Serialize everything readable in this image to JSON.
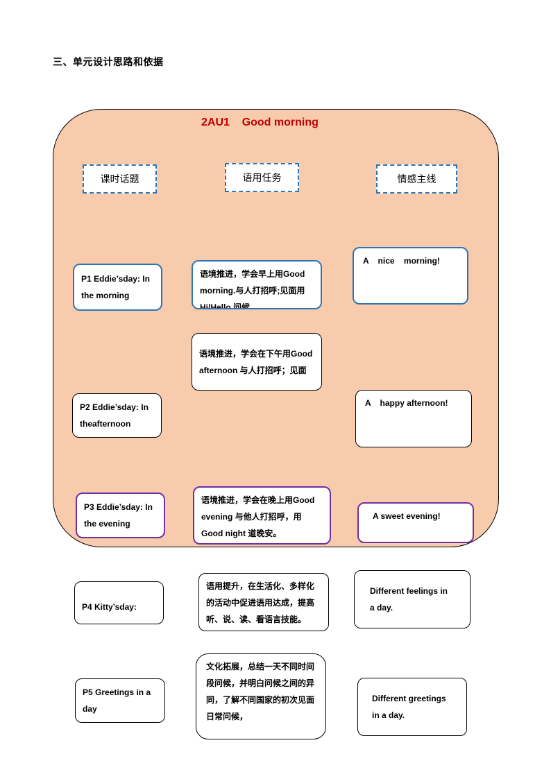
{
  "heading": "三、单元设计思路和依据",
  "title": "2AU1    Good morning",
  "headers": {
    "topic": "课时话题",
    "task": "语用任务",
    "emotion": "情感主线"
  },
  "periods": [
    {
      "topic": "P1 Eddie’sday: In the morning",
      "task": "语境推进，学会早上用Good morning.与人打招呼;见面用 Hi/Hello.问候",
      "emotion": "A    nice    morning!"
    },
    {
      "topic": "P2 Eddie’sday: In theafternoon",
      "task": "语境推进，学会在下午用Good afternoon 与人打招呼；见面",
      "emotion": "A    happy afternoon!"
    },
    {
      "topic": "P3 Eddie’sday: In the evening",
      "task": "语境推进，学会在晚上用Good evening 与他人打招呼，用 Good night 道晚安。",
      "emotion": "A sweet evening!"
    },
    {
      "topic": "P4 Kitty’sday:",
      "task": "语用提升，在生活化、多样化的活动中促进语用达成，提高听、说、读、看语言技能。",
      "emotion": "Different feelings in a day."
    },
    {
      "topic": "P5 Greetings in a day",
      "task": "文化拓展，总结一天不同时间段问候，并明白问候之间的异同，了解不同国家的初次见面日常问候，",
      "emotion": "Different greetings in a day."
    }
  ]
}
